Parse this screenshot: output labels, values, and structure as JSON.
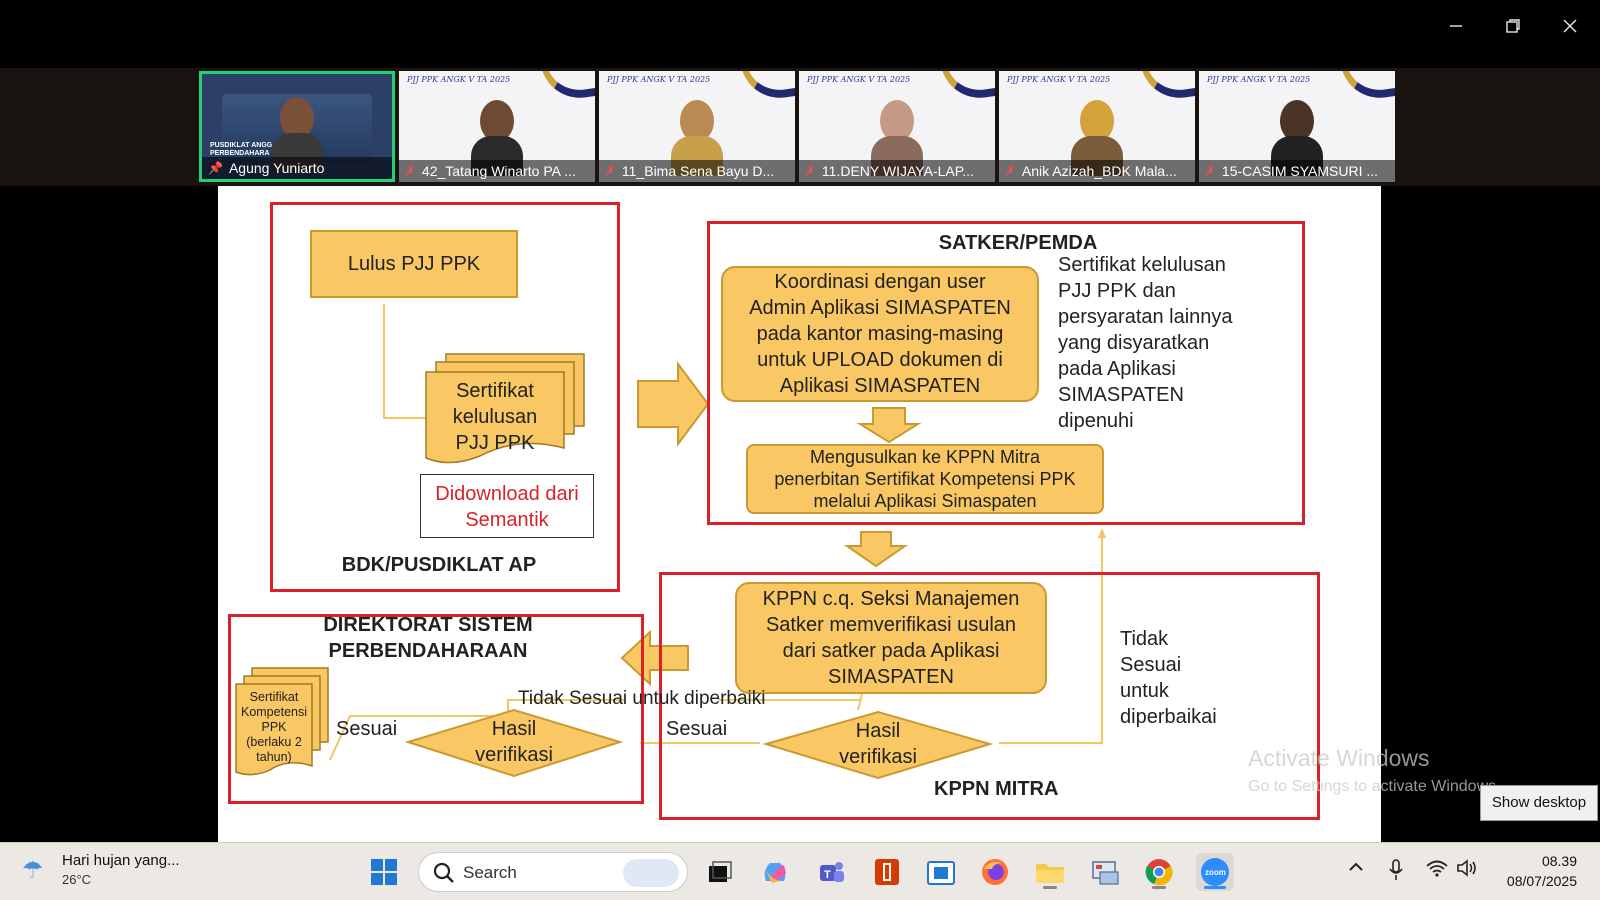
{
  "window": {
    "controls": [
      "minimize-icon",
      "restore-icon",
      "close-icon"
    ]
  },
  "participants": [
    {
      "name": "Agung Yuniarto",
      "pinned": true,
      "muted": false
    },
    {
      "name": "42_Tatang Winarto PA ...",
      "muted": true
    },
    {
      "name": "11_Bima Sena Bayu D...",
      "muted": true
    },
    {
      "name": "11.DENY WIJAYA-LAP...",
      "muted": true
    },
    {
      "name": "Anik Azizah_BDK Mala...",
      "muted": true
    },
    {
      "name": "15-CASIM SYAMSURI ...",
      "muted": true
    }
  ],
  "slide": {
    "bdk_title": "BDK/PUSDIKLAT AP",
    "lulus": "Lulus PJJ PPK",
    "sertifikat_kelulusan": [
      "Sertifikat",
      "kelulusan",
      "PJJ PPK"
    ],
    "didownload": [
      "Didownload dari",
      "Semantik"
    ],
    "satker_title": "SATKER/PEMDA",
    "koordinasi": [
      "Koordinasi dengan user",
      "Admin Aplikasi SIMASPATEN",
      "pada kantor masing-masing",
      "untuk UPLOAD dokumen di",
      "Aplikasi SIMASPATEN"
    ],
    "satker_note": [
      "Sertifikat kelulusan",
      "PJJ PPK dan",
      "persyaratan lainnya",
      "yang disyaratkan",
      "pada Aplikasi",
      "SIMASPATEN",
      "dipenuhi"
    ],
    "mengusulkan": [
      "Mengusulkan ke KPPN Mitra",
      "penerbitan Sertifikat Kompetensi PPK",
      "melalui Aplikasi Simaspaten"
    ],
    "dsp_title": [
      "DIREKTORAT SISTEM",
      "PERBENDAHARAAN"
    ],
    "sertifikat_kompetensi": [
      "Sertifikat",
      "Kompetensi",
      "PPK",
      "(berlaku 2",
      "tahun)"
    ],
    "sesuai_left": "Sesuai",
    "hasil_left": [
      "Hasil",
      "verifikasi"
    ],
    "tidak_sesuai_mid": "Tidak Sesuai untuk diperbaiki",
    "sesuai_mid": "Sesuai",
    "kppn_box": [
      "KPPN c.q. Seksi Manajemen",
      "Satker memverifikasi usulan",
      "dari satker pada Aplikasi",
      "SIMASPATEN"
    ],
    "hasil_right": [
      "Hasil",
      "verifikasi"
    ],
    "tidak_sesuai_right": [
      "Tidak",
      "Sesuai",
      "untuk",
      "diperbaikai"
    ],
    "kppn_title": "KPPN MITRA"
  },
  "activate_windows": {
    "title": "Activate Windows",
    "subtitle": "Go to Settings to activate Windows."
  },
  "show_desktop": "Show desktop",
  "taskbar": {
    "weather_text": "Hari hujan yang...",
    "weather_temp": "26°C",
    "search_placeholder": "Search",
    "apps": [
      "start-icon",
      "task-view-icon",
      "copilot-icon",
      "teams-icon",
      "office-icon",
      "store-icon",
      "firefox-icon",
      "file-explorer-icon",
      "control-panel-icon",
      "chrome-icon",
      "zoom-icon"
    ],
    "time": "08.39",
    "date": "08/07/2025"
  }
}
